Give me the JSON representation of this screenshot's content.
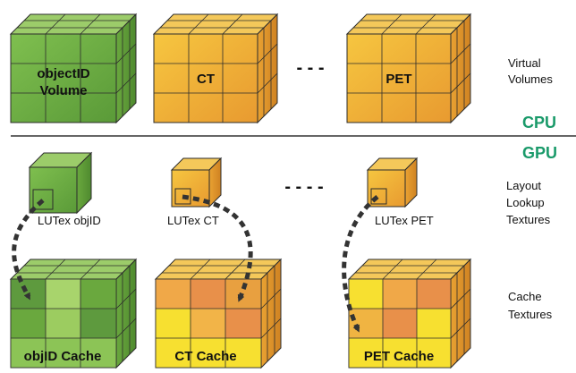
{
  "cpu_section": {
    "volumes": [
      {
        "label_line1": "objectID",
        "label_line2": "Volume"
      },
      {
        "label_line1": "CT",
        "label_line2": ""
      },
      {
        "label_line1": "PET",
        "label_line2": ""
      }
    ],
    "ellipsis": "- - -",
    "side_label_line1": "Virtual",
    "side_label_line2": "Volumes"
  },
  "divider": {
    "cpu_label": "CPU",
    "gpu_label": "GPU",
    "label_color": "#1a9a6a"
  },
  "gpu_section": {
    "lookup_textures": [
      "LUTex objID",
      "LUTex CT",
      "LUTex PET"
    ],
    "ellipsis": "- - - -",
    "lookup_side_label_line1": "Layout",
    "lookup_side_label_line2": "Lookup",
    "lookup_side_label_line3": "Textures",
    "caches": [
      "objID Cache",
      "CT Cache",
      "PET Cache"
    ],
    "cache_side_label_line1": "Cache",
    "cache_side_label_line2": "Textures"
  },
  "colors": {
    "green": "#78b24a",
    "orange": "#e6a33a",
    "yellow": "#f5e22c",
    "dark_orange": "#e58a3a"
  }
}
